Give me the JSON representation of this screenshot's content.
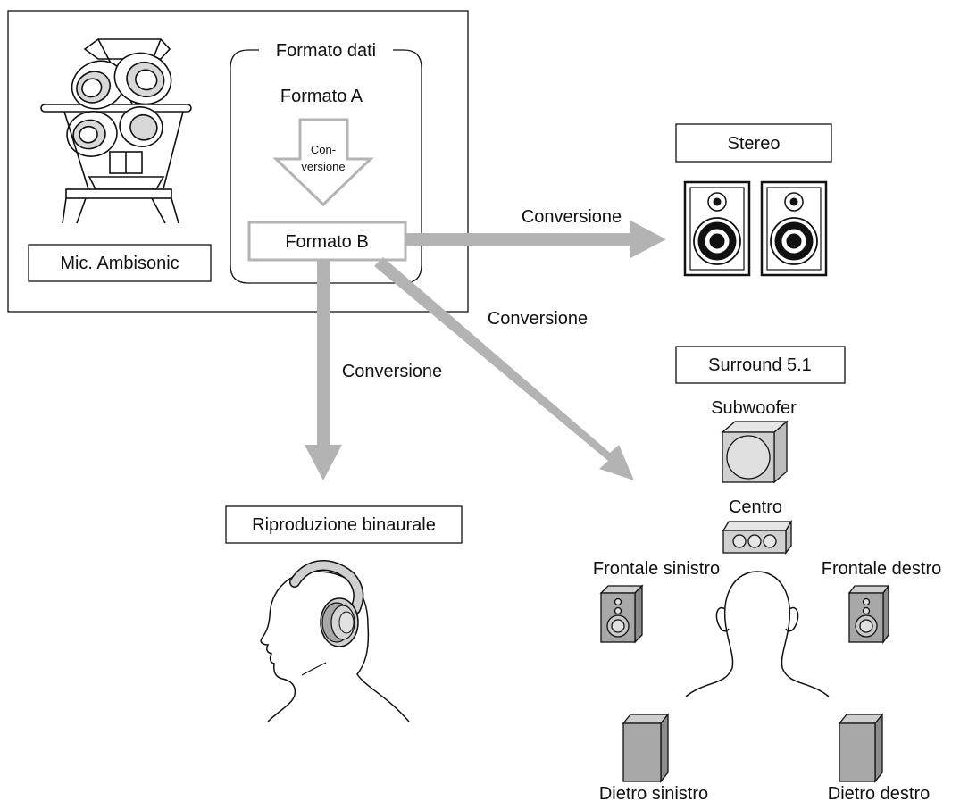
{
  "source_box": {
    "data_format_title": "Formato dati",
    "format_a": "Formato A",
    "conversion_arrow_line1": "Con-",
    "conversion_arrow_line2": "versione",
    "format_b": "Formato B",
    "mic_label": "Mic. Ambisonic"
  },
  "outputs": {
    "stereo": {
      "title": "Stereo",
      "arrow_label": "Conversione"
    },
    "surround": {
      "title": "Surround 5.1",
      "arrow_label": "Conversione",
      "subwoofer": "Subwoofer",
      "center": "Centro",
      "front_left": "Frontale sinistro",
      "front_right": "Frontale destro",
      "rear_left": "Dietro sinistro",
      "rear_right": "Dietro destro"
    },
    "binaural": {
      "title": "Riproduzione binaurale",
      "arrow_label": "Conversione"
    }
  },
  "colors": {
    "arrow_gray": "#b3b3b3",
    "speaker_gray": "#a8a8a8",
    "light_gray": "#d0d0d0",
    "line": "#111111"
  },
  "icons": [
    "ambisonic-microphone-icon",
    "bookshelf-speaker-icon",
    "subwoofer-icon",
    "center-speaker-icon",
    "listener-head-icon",
    "headphones-icon"
  ]
}
